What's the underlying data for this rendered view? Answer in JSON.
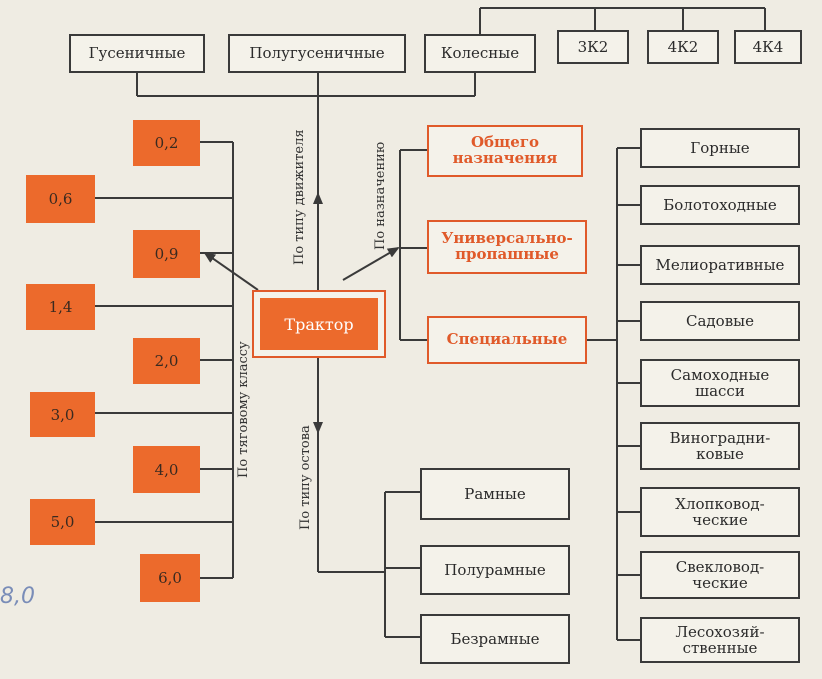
{
  "center": "Трактор",
  "by_mover": {
    "label": "По типу движителя",
    "top_row": [
      "Гусеничные",
      "Полугусеничные",
      "Колесные"
    ],
    "wheel_formulas": [
      "3К2",
      "4К2",
      "4К4"
    ]
  },
  "by_purpose": {
    "label": "По назначению",
    "categories": [
      "Общего\nназначения",
      "Универсально-\nпропашные",
      "Специальные"
    ],
    "special_types": [
      "Горные",
      "Болотоходные",
      "Мелиоративные",
      "Садовые",
      "Самоходные\nшасси",
      "Виноградни-\nковые",
      "Хлопковод-\nческие",
      "Свекловод-\nческие",
      "Лесохозяй-\nственные"
    ]
  },
  "by_class": {
    "label": "По тяговому классу",
    "values": [
      "0,2",
      "0,6",
      "0,9",
      "1,4",
      "2,0",
      "3,0",
      "4,0",
      "5,0",
      "6,0"
    ]
  },
  "by_frame": {
    "label": "По типу остова",
    "types": [
      "Рамные",
      "Полурамные",
      "Безрамные"
    ]
  },
  "handwritten_note": "8,0",
  "colors": {
    "accent": "#ec6a2c",
    "outline": "#3a3a3a",
    "background": "#efece3"
  }
}
